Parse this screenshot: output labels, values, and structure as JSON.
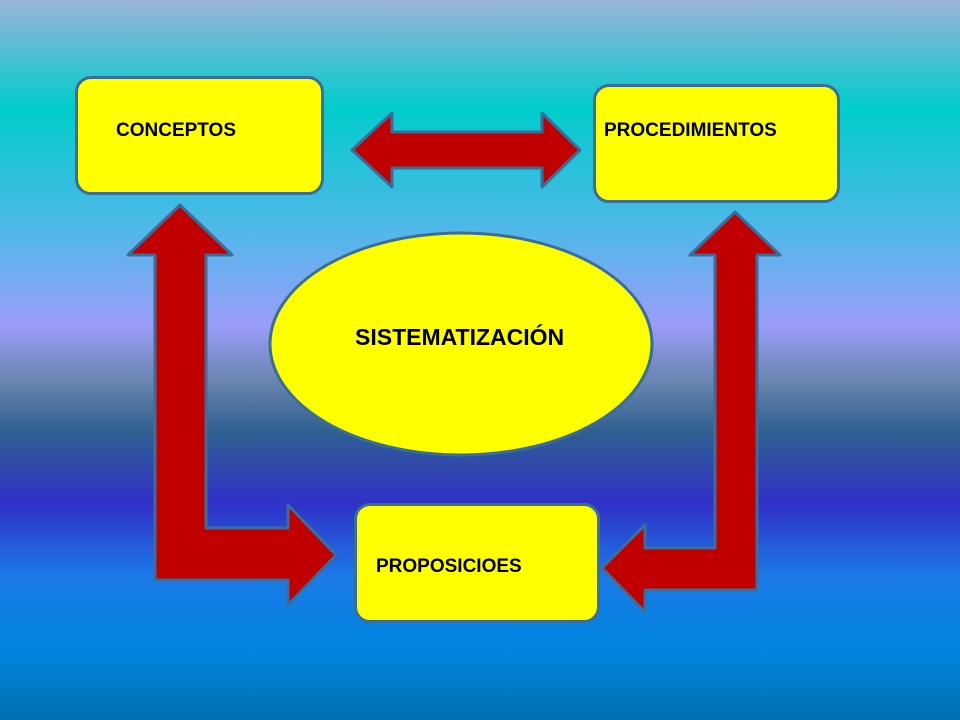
{
  "diagram": {
    "nodes": {
      "conceptos": "CONCEPTOS",
      "procedimientos": "PROCEDIMIENTOS",
      "proposiciones": "PROPOSICIOES",
      "center": "SISTEMATIZACIÓN"
    },
    "edges": [
      {
        "from": "conceptos",
        "to": "procedimientos",
        "type": "double-arrow"
      },
      {
        "from": "conceptos",
        "to": "proposiciones",
        "type": "double-arrow"
      },
      {
        "from": "procedimientos",
        "to": "proposiciones",
        "type": "double-arrow"
      }
    ]
  },
  "colors": {
    "node_fill": "#ffff00",
    "node_border": "#3a6e9a",
    "arrow_fill": "#c00000",
    "arrow_border": "#3a6e9a"
  }
}
